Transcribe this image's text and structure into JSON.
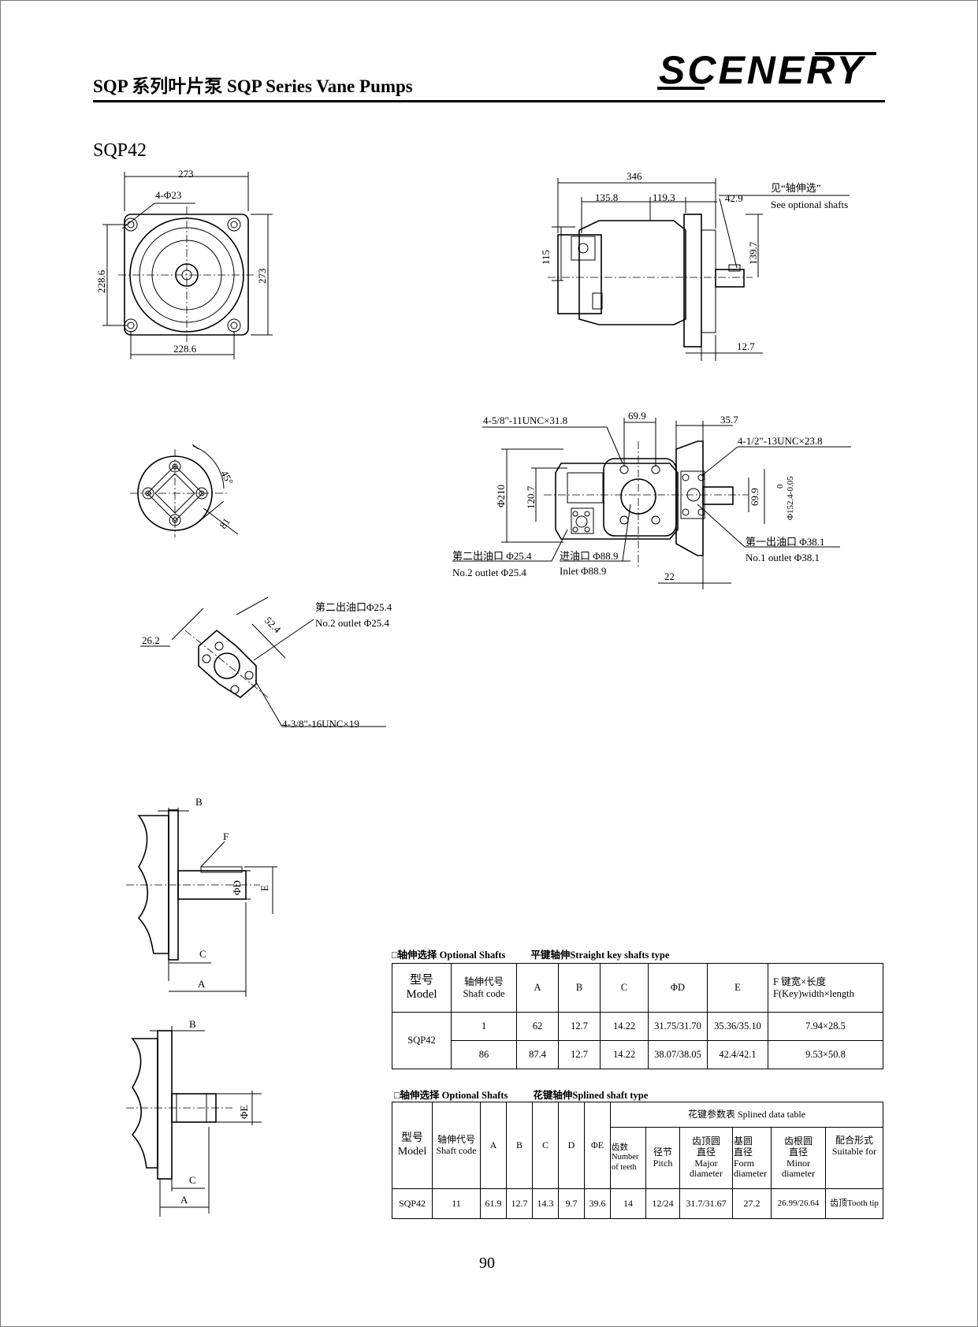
{
  "header": {
    "title": "SQP 系列叶片泵 SQP Series Vane Pumps",
    "logo_text": "SCENERY"
  },
  "model_title": "SQP42",
  "drawing_labels": {
    "front": {
      "d273_top": "273",
      "holes": "4-Φ23",
      "d228_left": "228.6",
      "d273_right": "273",
      "d228_bottom": "228.6"
    },
    "side": {
      "d346": "346",
      "d135": "135.8",
      "d119": "119.3",
      "d42": "42.9",
      "d115": "115",
      "d139": "139.7",
      "d12": "12.7",
      "shaft_note_cn": "见“轴伸选”",
      "shaft_note_en": "See optional shafts"
    },
    "flange_small": {
      "angle": "45°",
      "d81": "81"
    },
    "outlet_flange": {
      "d26": "26.2",
      "d52": "52.4",
      "title_cn": "第二出油口Φ25.4",
      "title_en": "No.2 outlet Φ25.4",
      "thread": "4-3/8\"-16UNC×19"
    },
    "bottom_view": {
      "thread_top": "4-5/8\"-11UNC×31.8",
      "d69_top": "69.9",
      "d35": "35.7",
      "thread_right": "4-1/2\"-13UNC×23.8",
      "d210": "Φ210",
      "d120": "120.7",
      "d69_right": "69.9",
      "tol": "0",
      "d152": "Φ152.4-0.05",
      "outlet2_cn": "第二出油口 Φ25.4",
      "outlet2_en": "No.2 outlet Φ25.4",
      "inlet_cn": "进油口 Φ88.9",
      "inlet_en": "Inlet Φ88.9",
      "outlet1_cn": "第一出油口 Φ38.1",
      "outlet1_en": "No.1 outlet Φ38.1",
      "d22": "22"
    },
    "shaft_key": {
      "B": "B",
      "F": "F",
      "D": "ΦD",
      "E": "E",
      "C": "C",
      "A": "A"
    },
    "shaft_spline": {
      "B": "B",
      "E": "ΦE",
      "C": "C",
      "A": "A"
    }
  },
  "table_key": {
    "caption": "□轴伸选择 Optional Shafts",
    "type": "平键轴伸Straight key shafts type",
    "headers": {
      "model_cn": "型号",
      "model_en": "Model",
      "code_cn": "轴伸代号",
      "code_en": "Shaft code",
      "a": "A",
      "b": "B",
      "c": "C",
      "d": "ΦD",
      "e": "E",
      "f_cn": "F 键宽×长度",
      "f_en": "F(Key)width×length"
    },
    "model": "SQP42",
    "rows": [
      {
        "code": "1",
        "a": "62",
        "b": "12.7",
        "c": "14.22",
        "d": "31.75/31.70",
        "e": "35.36/35.10",
        "f": "7.94×28.5"
      },
      {
        "code": "86",
        "a": "87.4",
        "b": "12.7",
        "c": "14.22",
        "d": "38.07/38.05",
        "e": "42.4/42.1",
        "f": "9.53×50.8"
      }
    ]
  },
  "table_spline": {
    "caption": "□轴伸选择 Optional Shafts",
    "type": "花键轴伸Splined shaft type",
    "group": "花键参数表 Splined data table",
    "headers": {
      "model_cn": "型号",
      "model_en": "Model",
      "code_cn": "轴伸代号",
      "code_en": "Shaft code",
      "a": "A",
      "b": "B",
      "c": "C",
      "d": "D",
      "e": "ΦE",
      "teeth_cn": "齿数",
      "teeth_en1": "Number",
      "teeth_en2": "of teeth",
      "pitch_cn": "径节",
      "pitch_en": "Pitch",
      "major_cn1": "齿顶圆",
      "major_cn2": "直径",
      "major_en1": "Major",
      "major_en2": "diameter",
      "form_cn1": "基圆",
      "form_cn2": "直径",
      "form_en1": "Form",
      "form_en2": "diameter",
      "minor_cn1": "齿根圆",
      "minor_cn2": "直径",
      "minor_en1": "Minor",
      "minor_en2": "diameter",
      "fit_cn": "配合形式",
      "fit_en": "Suitable for"
    },
    "row": {
      "model": "SQP42",
      "code": "11",
      "a": "61.9",
      "b": "12.7",
      "c": "14.3",
      "d": "9.7",
      "e": "39.6",
      "teeth": "14",
      "pitch": "12/24",
      "major": "31.7/31.67",
      "form": "27.2",
      "minor": "26.99/26.64",
      "fit": "齿顶Tooth tip"
    }
  },
  "page_number": "90"
}
